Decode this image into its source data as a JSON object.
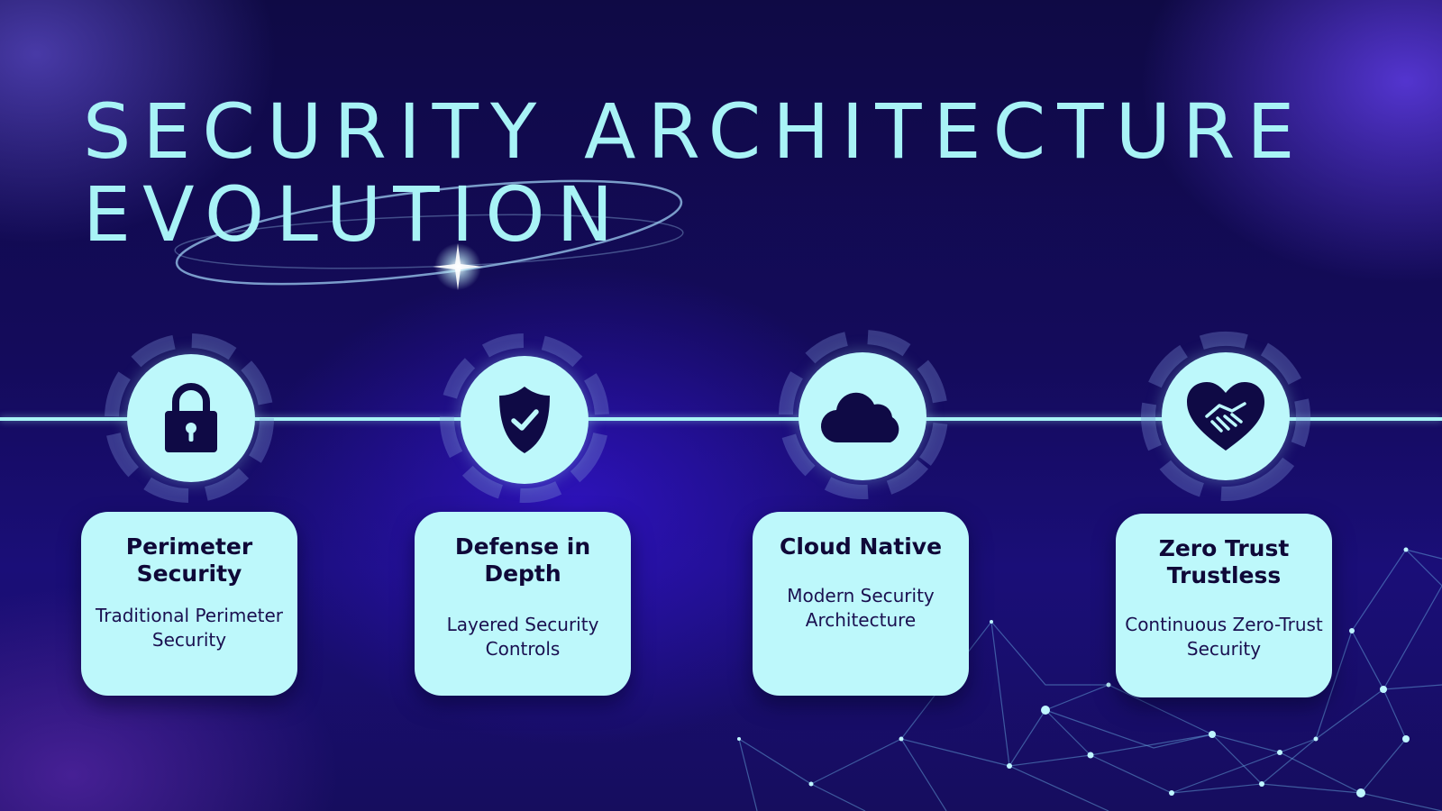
{
  "title": {
    "line1": "SECURITY ARCHITECTURE",
    "line2": "EVOLUTION"
  },
  "steps": [
    {
      "heading": "Perimeter Security",
      "description": "Traditional Perimeter Security",
      "icon": "padlock-icon"
    },
    {
      "heading": "Defense in Depth",
      "description": "Layered Security Controls",
      "icon": "shield-check-icon"
    },
    {
      "heading": "Cloud Native",
      "description": "Modern Security Architecture",
      "icon": "cloud-icon"
    },
    {
      "heading": "Zero Trust Trustless",
      "description": "Continuous Zero-Trust Security",
      "icon": "handshake-heart-icon"
    }
  ],
  "colors": {
    "accent": "#a8f3f6",
    "card": "#bdf8fb",
    "icon": "#0f0a45",
    "background": "#140b5c"
  }
}
